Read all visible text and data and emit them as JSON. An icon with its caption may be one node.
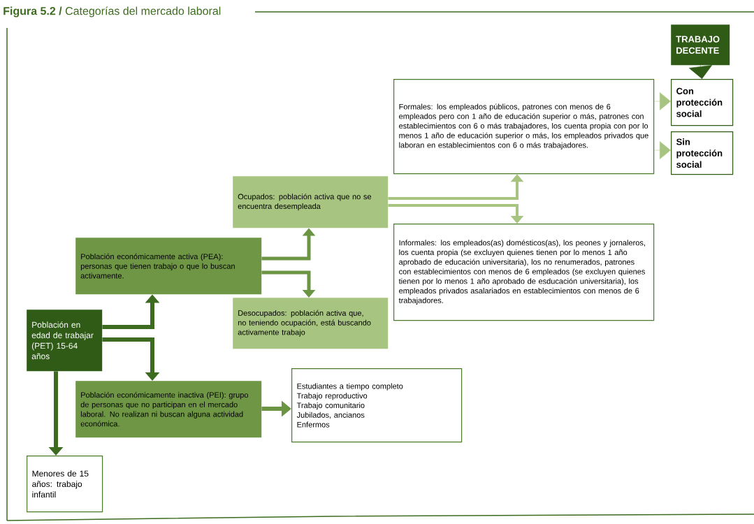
{
  "diagram": {
    "title": "**Figura 5.2 /** Categorías del mercado laboral",
    "nodes": [
      {
        "text": [
          "Población en edad de trabajar (PET) 15-64 años"
        ]
      },
      {
        "text": [
          "Población económicamente activa (PEA): personas que tienen trabajo o que lo buscan activamente."
        ]
      },
      {
        "text": [
          "Población económicamente inactiva (PEI): grupo de personas que no participan en el mercado laboral. No realizan ni buscan alguna actividad económica."
        ]
      },
      {
        "text": [
          "Menores de 15 años: trabajo infantil"
        ]
      },
      {
        "text": [
          "Ocupados: población activa que no se encuentra desempleada"
        ]
      },
      {
        "text": [
          "Desocupados: población activa que, no teniendo ocupación, está buscando activamente trabajo"
        ]
      },
      {
        "text": [
          "Estudiantes a tiempo completo",
          "Trabajo reproductivo",
          "Trabajo comunitario",
          "Jubilados, ancianos",
          "Enfermos"
        ]
      },
      {
        "text": [
          "Formales: los empleados públicos, patrones con menos de 6 empleados pero con 1 año de educación superior o más, patrones con establecimientos con 6 o más trabajadores, los cuenta propia con por lo menos 1 año de educación superior o más, los empleados privados que laboran en establecimientos con 6 o más trabajadores."
        ]
      },
      {
        "text": [
          "Informales: los empleados(as) domésticos(as), los peones y jornaleros, los cuenta propia (se excluyen quienes tienen por lo menos 1 año aprobado de educación universitaria), los no renumerados, patrones con establecimientos con menos de 6 empleados (se excluyen quienes tienen por lo menos 1 año aprobado de esducación universitaria), los empleados privados asalariados en establecimientos con menos de 6 trabajadores."
        ]
      },
      {
        "text": [
          "TRABAJO DECENTE"
        ]
      },
      {
        "text": [
          "Con protección social"
        ]
      },
      {
        "text": [
          "Sin protección social"
        ]
      }
    ],
    "edges": [
      {
        "from": 0,
        "to": 1,
        "arrow": "to",
        "color": "#3d6b1f"
      },
      {
        "from": 0,
        "to": 2,
        "arrow": "to",
        "color": "#3d6b1f"
      },
      {
        "from": 0,
        "to": 3,
        "arrow": "to",
        "color": "#3d6b1f"
      },
      {
        "from": 1,
        "to": 4,
        "arrow": "to",
        "color": "#6b9443"
      },
      {
        "from": 1,
        "to": 5,
        "arrow": "to",
        "color": "#6b9443"
      },
      {
        "from": 2,
        "to": 6,
        "arrow": "to",
        "color": "#6b9443"
      },
      {
        "from": 4,
        "to": 7,
        "arrow": "to"
      },
      {
        "from": 4,
        "to": 8,
        "arrow": "to"
      },
      {
        "from": 9,
        "to": 10,
        "arrow": "to",
        "color": "#2f5b17"
      },
      {
        "from": 7,
        "to": 10,
        "arrow": "to"
      },
      {
        "from": 7,
        "to": 11,
        "arrow": "to"
      }
    ]
  }
}
